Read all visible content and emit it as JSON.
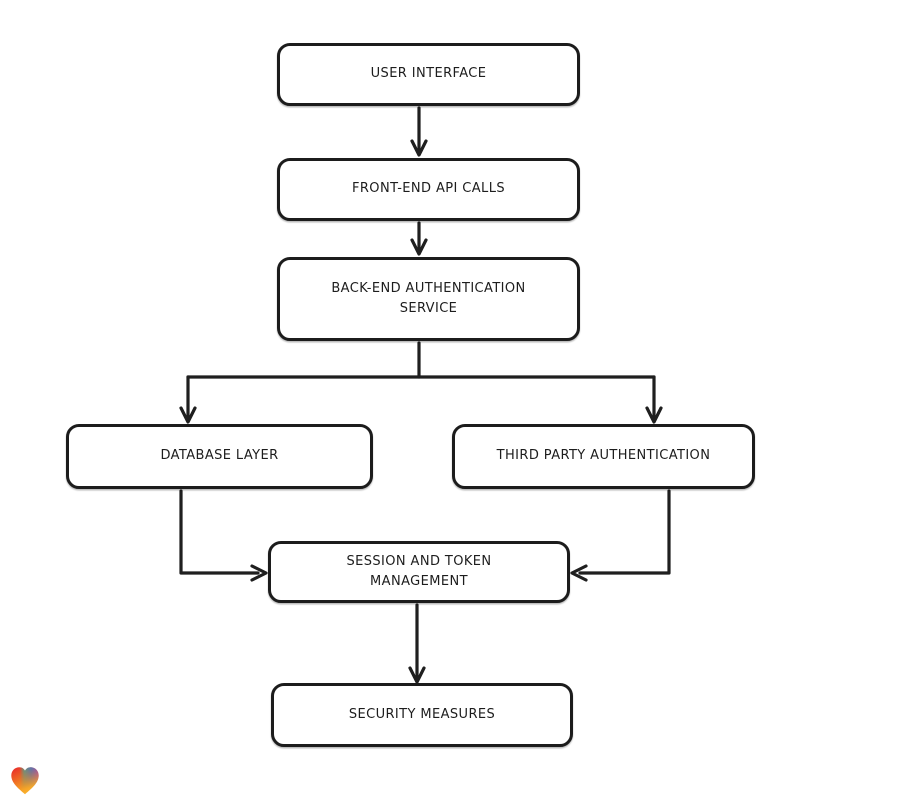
{
  "canvas": {
    "background": "#ffffff",
    "stroke_color": "#1c1c1c",
    "node_fill": "#ffffff"
  },
  "diagram": {
    "type": "flowchart",
    "direction": "top-down",
    "nodes": [
      {
        "id": "user-interface",
        "label": "USER INTERFACE"
      },
      {
        "id": "front-end-api-calls",
        "label": "FRONT-END API CALLS"
      },
      {
        "id": "back-end-authentication-service",
        "label": "BACK-END AUTHENTICATION SERVICE"
      },
      {
        "id": "database-layer",
        "label": "DATABASE LAYER"
      },
      {
        "id": "third-party-authentication",
        "label": "THIRD PARTY AUTHENTICATION"
      },
      {
        "id": "session-and-token-management",
        "label": "SESSION AND TOKEN MANAGEMENT"
      },
      {
        "id": "security-measures",
        "label": "SECURITY MEASURES"
      }
    ],
    "edges": [
      {
        "from": "user-interface",
        "to": "front-end-api-calls"
      },
      {
        "from": "front-end-api-calls",
        "to": "back-end-authentication-service"
      },
      {
        "from": "back-end-authentication-service",
        "to": "database-layer"
      },
      {
        "from": "back-end-authentication-service",
        "to": "third-party-authentication"
      },
      {
        "from": "database-layer",
        "to": "session-and-token-management"
      },
      {
        "from": "third-party-authentication",
        "to": "session-and-token-management"
      },
      {
        "from": "session-and-token-management",
        "to": "security-measures"
      }
    ]
  },
  "branding": {
    "logo": "heart-gradient-logo",
    "logo_colors": {
      "red": "#e8252b",
      "teal": "#2ab5a5",
      "blue": "#2f7fd6",
      "purple": "#8a4bd1",
      "orange": "#f6a126"
    }
  }
}
